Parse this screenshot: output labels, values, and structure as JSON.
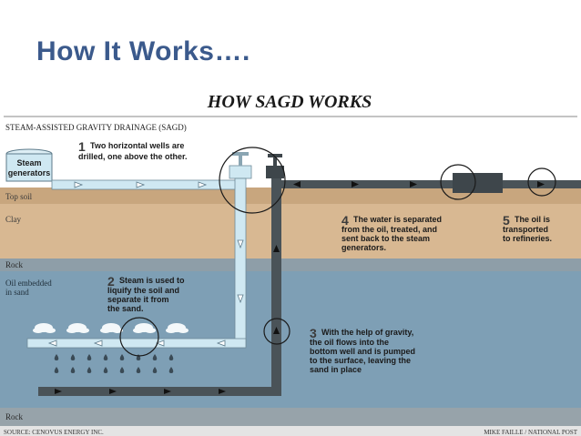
{
  "slide": {
    "title": "How It Works…."
  },
  "figure": {
    "title": "HOW SAGD WORKS",
    "subtitle": "STEAM-ASSISTED GRAVITY DRAINAGE (SAGD)",
    "steam_box": [
      "Steam",
      "generators"
    ],
    "layers": [
      "Top soil",
      "Clay",
      "Rock",
      "Oil embedded",
      "in sand",
      "Rock"
    ],
    "steps": [
      {
        "num": "1",
        "lines": [
          "Two horizontal wells are",
          "drilled, one above the other."
        ]
      },
      {
        "num": "2",
        "lines": [
          "Steam is used to",
          "liquify the soil and",
          "separate it from",
          "the sand."
        ]
      },
      {
        "num": "3",
        "lines": [
          "With the help of gravity,",
          "the oil flows into the",
          "bottom well and is pumped",
          "to the surface, leaving the",
          "sand in place"
        ]
      },
      {
        "num": "4",
        "lines": [
          "The water is separated",
          "from the oil, treated, and",
          "sent back to the steam",
          "generators."
        ]
      },
      {
        "num": "5",
        "lines": [
          "The oil is",
          "transported",
          "to refineries."
        ]
      }
    ],
    "source": "SOURCE: CENOVUS ENERGY INC.",
    "credit": "MIKE FAILLE / NATIONAL POST",
    "colors": {
      "title_blue": "#3b5a8c",
      "top_soil": "#c8a67e",
      "clay": "#d8b892",
      "rock": "#8e9ea8",
      "oil_sand": "#7e9fb5",
      "bottom_rock": "#97a3aa",
      "steam_pipe": "#cfe8f2",
      "oil_pipe": "#4a5358",
      "step_num": "#3b3b3b"
    }
  }
}
